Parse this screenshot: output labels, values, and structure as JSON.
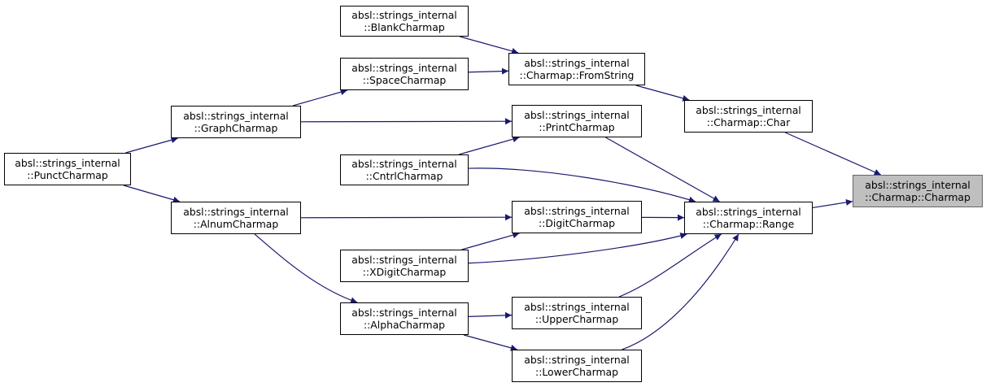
{
  "diagram": {
    "edge_color": "#191970",
    "highlight_color": "#bfbfbf",
    "nodes": [
      {
        "id": "charmap_ctor",
        "line1": "absl::strings_internal",
        "line2": "::Charmap::Charmap",
        "highlight": true
      },
      {
        "id": "char",
        "line1": "absl::strings_internal",
        "line2": "::Charmap::Char"
      },
      {
        "id": "range",
        "line1": "absl::strings_internal",
        "line2": "::Charmap::Range"
      },
      {
        "id": "fromstring",
        "line1": "absl::strings_internal",
        "line2": "::Charmap::FromString"
      },
      {
        "id": "blank",
        "line1": "absl::strings_internal",
        "line2": "::BlankCharmap"
      },
      {
        "id": "space",
        "line1": "absl::strings_internal",
        "line2": "::SpaceCharmap"
      },
      {
        "id": "print",
        "line1": "absl::strings_internal",
        "line2": "::PrintCharmap"
      },
      {
        "id": "graph",
        "line1": "absl::strings_internal",
        "line2": "::GraphCharmap"
      },
      {
        "id": "punct",
        "line1": "absl::strings_internal",
        "line2": "::PunctCharmap"
      },
      {
        "id": "cntrl",
        "line1": "absl::strings_internal",
        "line2": "::CntrlCharmap"
      },
      {
        "id": "digit",
        "line1": "absl::strings_internal",
        "line2": "::DigitCharmap"
      },
      {
        "id": "alnum",
        "line1": "absl::strings_internal",
        "line2": "::AlnumCharmap"
      },
      {
        "id": "xdigit",
        "line1": "absl::strings_internal",
        "line2": "::XDigitCharmap"
      },
      {
        "id": "upper",
        "line1": "absl::strings_internal",
        "line2": "::UpperCharmap"
      },
      {
        "id": "alpha",
        "line1": "absl::strings_internal",
        "line2": "::AlphaCharmap"
      },
      {
        "id": "lower",
        "line1": "absl::strings_internal",
        "line2": "::LowerCharmap"
      }
    ],
    "edges": [
      {
        "from": "char",
        "to": "charmap_ctor"
      },
      {
        "from": "range",
        "to": "charmap_ctor"
      },
      {
        "from": "fromstring",
        "to": "char"
      },
      {
        "from": "blank",
        "to": "fromstring"
      },
      {
        "from": "space",
        "to": "fromstring"
      },
      {
        "from": "graph",
        "to": "space"
      },
      {
        "from": "graph",
        "to": "print"
      },
      {
        "from": "punct",
        "to": "graph"
      },
      {
        "from": "punct",
        "to": "alnum"
      },
      {
        "from": "print",
        "to": "range"
      },
      {
        "from": "cntrl",
        "to": "print"
      },
      {
        "from": "cntrl",
        "to": "range"
      },
      {
        "from": "alnum",
        "to": "digit"
      },
      {
        "from": "alnum",
        "to": "alpha"
      },
      {
        "from": "digit",
        "to": "range"
      },
      {
        "from": "xdigit",
        "to": "digit"
      },
      {
        "from": "xdigit",
        "to": "range"
      },
      {
        "from": "upper",
        "to": "range"
      },
      {
        "from": "lower",
        "to": "range"
      },
      {
        "from": "alpha",
        "to": "upper"
      },
      {
        "from": "alpha",
        "to": "lower"
      }
    ]
  }
}
